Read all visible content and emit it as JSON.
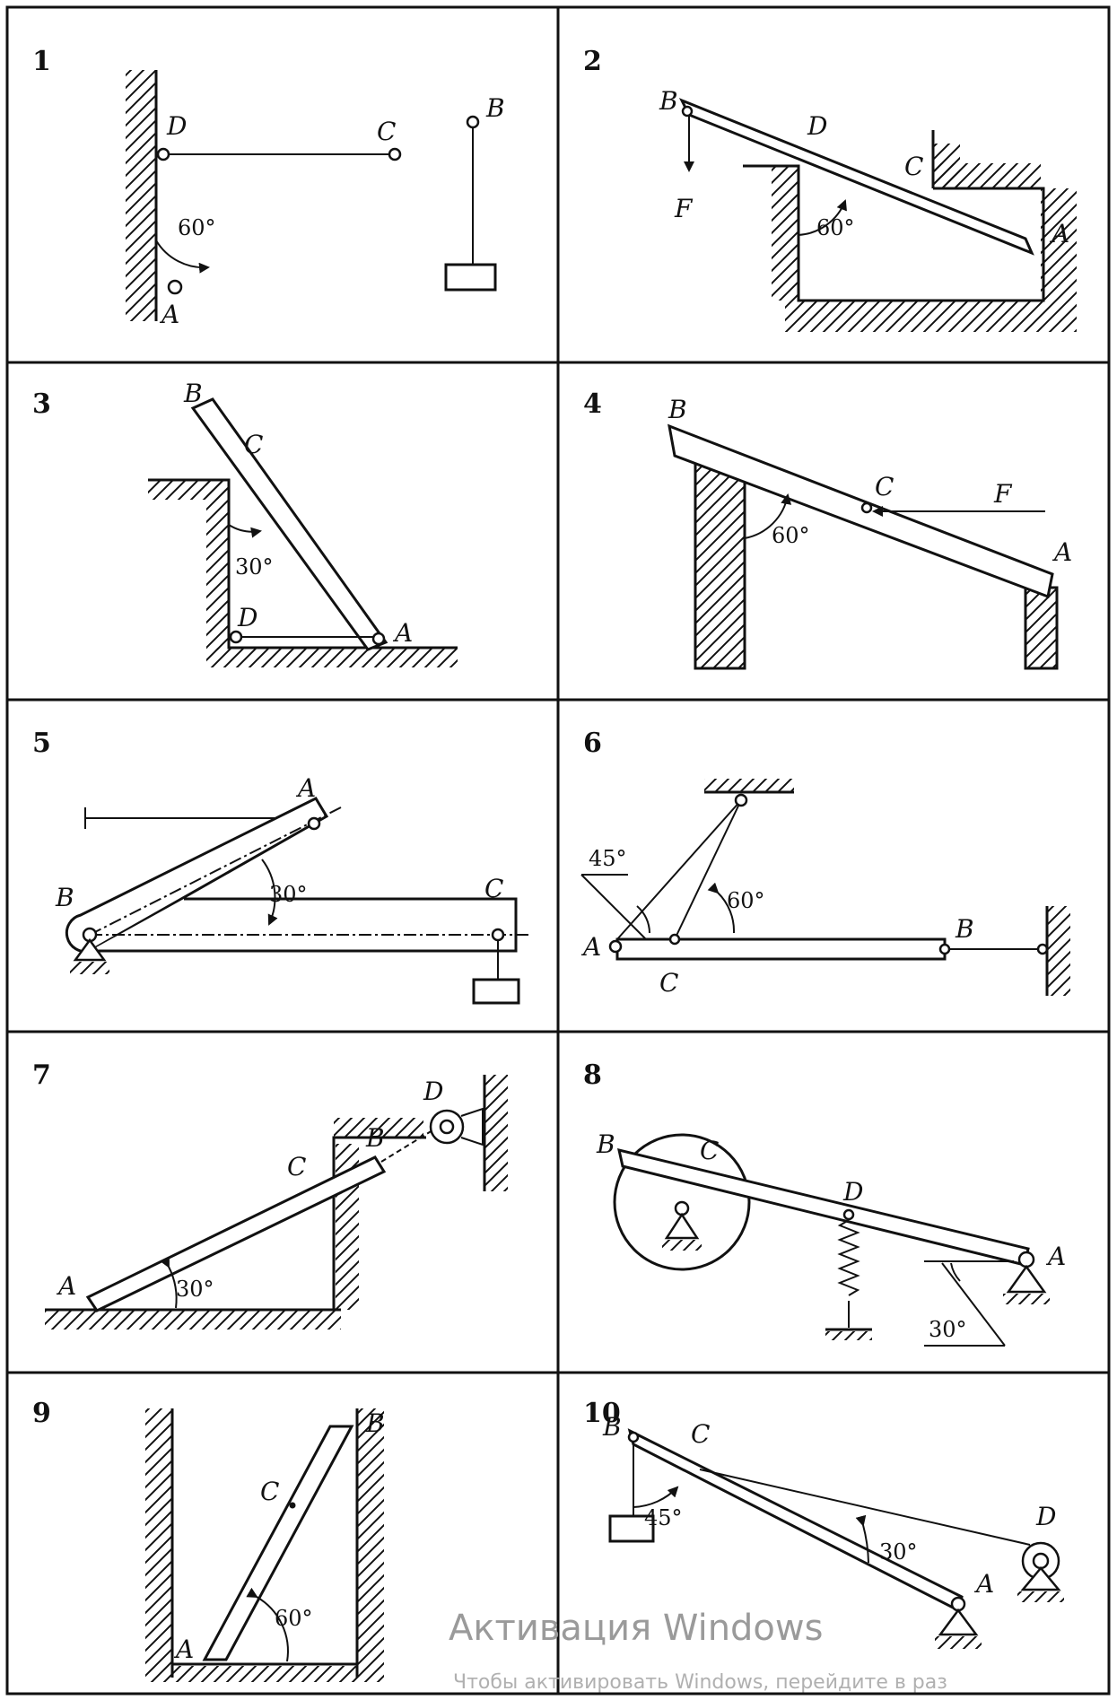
{
  "panels": [
    {
      "number": "1",
      "labels": {
        "A": "A",
        "B": "B",
        "C": "C",
        "D": "D"
      },
      "angles": [
        "60°"
      ]
    },
    {
      "number": "2",
      "labels": {
        "A": "A",
        "B": "B",
        "C": "C",
        "D": "D",
        "F": "F"
      },
      "angles": [
        "60°"
      ]
    },
    {
      "number": "3",
      "labels": {
        "A": "A",
        "B": "B",
        "C": "C",
        "D": "D"
      },
      "angles": [
        "30°"
      ]
    },
    {
      "number": "4",
      "labels": {
        "A": "A",
        "B": "B",
        "C": "C",
        "F": "F"
      },
      "angles": [
        "60°"
      ]
    },
    {
      "number": "5",
      "labels": {
        "A": "A",
        "B": "B",
        "C": "C"
      },
      "angles": [
        "30°"
      ]
    },
    {
      "number": "6",
      "labels": {
        "A": "A",
        "B": "B",
        "C": "C"
      },
      "angles": [
        "45°",
        "60°"
      ]
    },
    {
      "number": "7",
      "labels": {
        "A": "A",
        "B": "B",
        "C": "C",
        "D": "D"
      },
      "angles": [
        "30°"
      ]
    },
    {
      "number": "8",
      "labels": {
        "A": "A",
        "B": "B",
        "C": "C",
        "D": "D"
      },
      "angles": [
        "30°"
      ]
    },
    {
      "number": "9",
      "labels": {
        "A": "A",
        "B": "B",
        "C": "C"
      },
      "angles": [
        "60°"
      ]
    },
    {
      "number": "10",
      "labels": {
        "A": "A",
        "B": "B",
        "C": "C",
        "D": "D"
      },
      "angles": [
        "45°",
        "30°"
      ]
    }
  ],
  "watermark": {
    "title": "Активация Windows",
    "subtitle": "Чтобы активировать Windows, перейдите в раз"
  }
}
